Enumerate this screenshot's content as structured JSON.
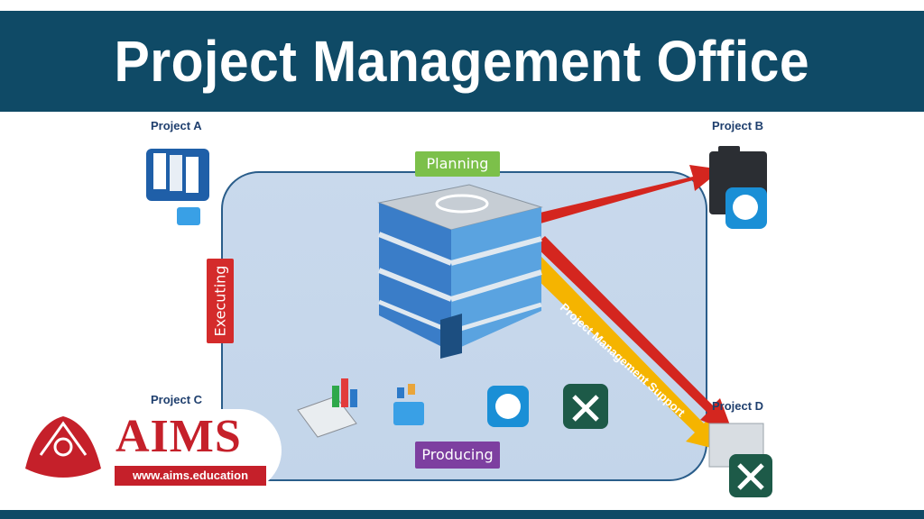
{
  "header": {
    "title": "Project Management Office"
  },
  "projects": {
    "a": "Project A",
    "b": "Project B",
    "c": "Project C",
    "d": "Project D"
  },
  "phases": {
    "planning": "Planning",
    "executing": "Executing",
    "producing": "Producing"
  },
  "arrow_label": "Project Management Support",
  "brand": {
    "name": "AIMS",
    "url": "www.aims.education"
  },
  "colors": {
    "header_bg": "#0f4a66",
    "planning": "#7cc04a",
    "executing": "#d42b2b",
    "producing": "#7d3fa0",
    "arrow_red": "#d4261f",
    "arrow_yellow": "#f5b400",
    "brand_red": "#c5202a"
  },
  "icons": [
    "folder-files-icon",
    "dark-folder-icon",
    "brain-gear-icon",
    "tools-icon",
    "charts-icon",
    "building-icon",
    "presentation-icon"
  ]
}
